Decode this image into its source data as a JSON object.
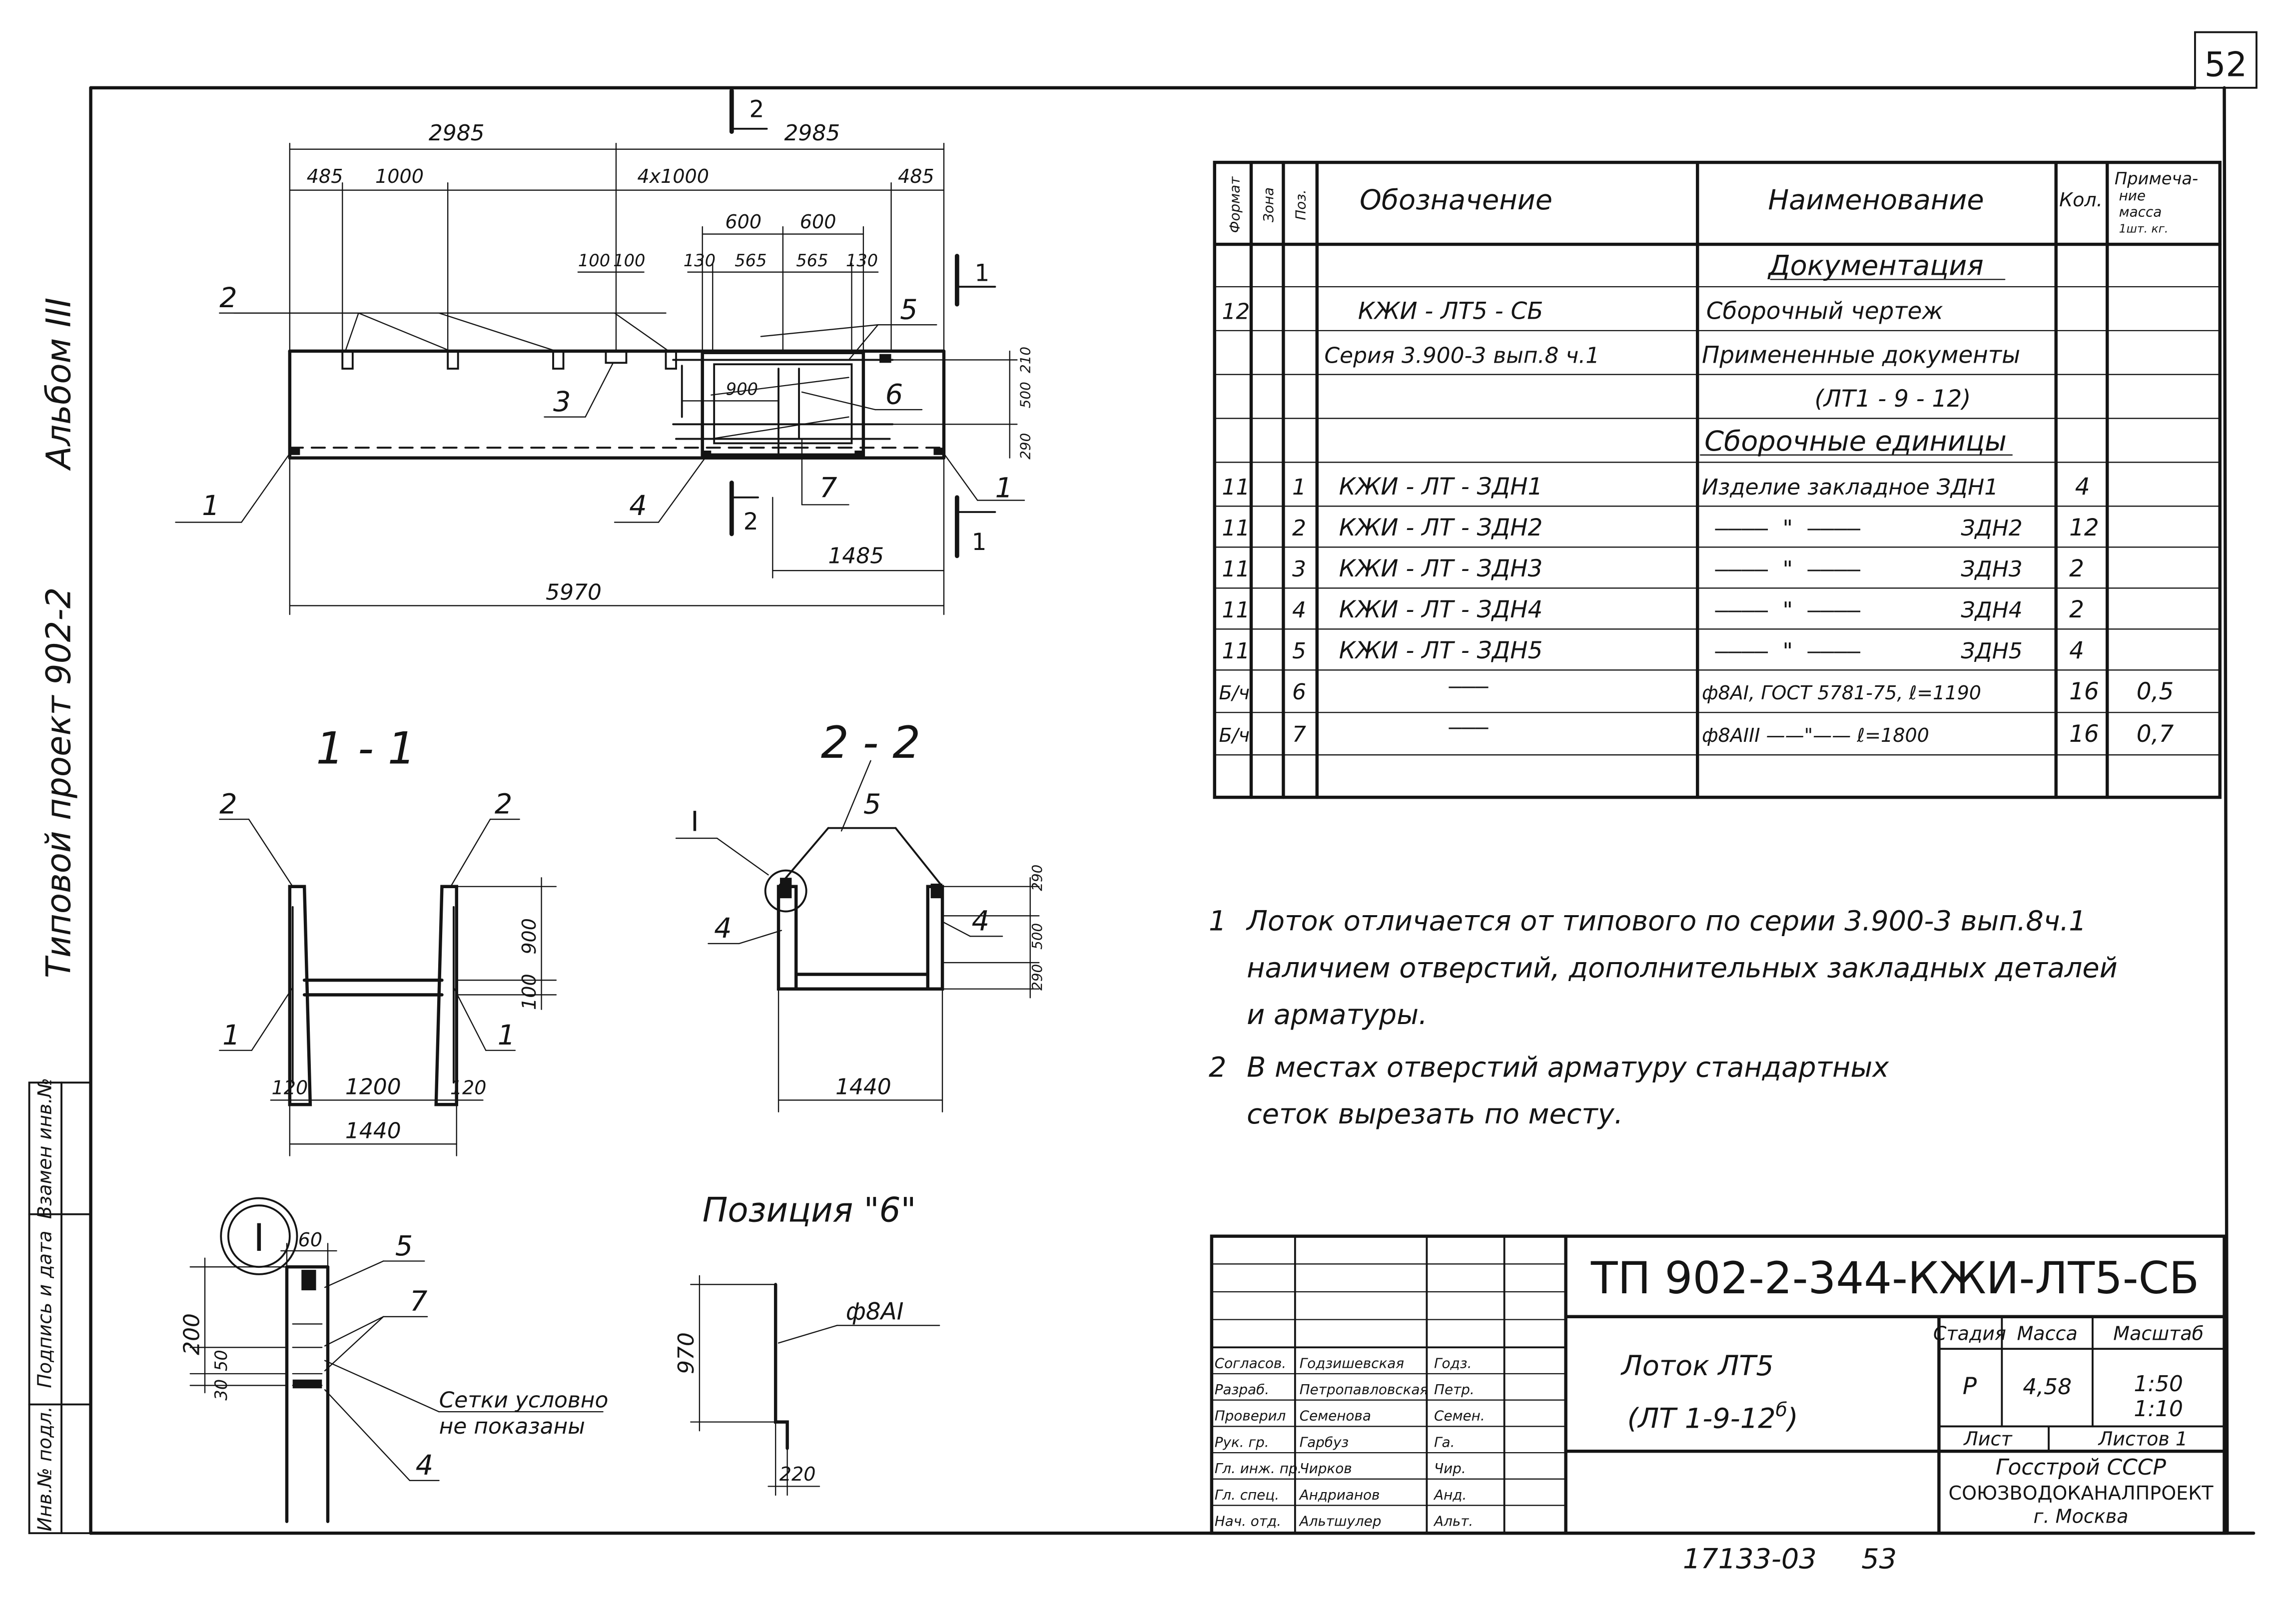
{
  "sheet": {
    "page_number": "52",
    "album": "Альбом III",
    "project": "Типовой проект 902-2",
    "bottom_code": "17133-03",
    "bottom_page": "53"
  },
  "side_stamp": {
    "inv_orig": "Инв.№ подл.",
    "sign_date": "Подпись и дата",
    "inv_repl": "Взамен инв.№"
  },
  "plan_view": {
    "dim_half_left": "2985",
    "dim_half_right": "2985",
    "dim_485_left": "485",
    "dim_1000": "1000",
    "dim_4x1000": "4x1000",
    "dim_485_right": "485",
    "dim_600a": "600",
    "dim_600b": "600",
    "dim_100a": "100",
    "dim_100b": "100",
    "dim_130a": "130",
    "dim_565a": "565",
    "dim_565b": "565",
    "dim_130b": "130",
    "dim_900": "900",
    "dim_210": "210",
    "dim_500": "500",
    "dim_290": "290",
    "dim_1485": "1485",
    "dim_5970": "5970",
    "mark_1": "1",
    "mark_2": "2",
    "mark_3": "3",
    "mark_4": "4",
    "mark_5": "5",
    "mark_6": "6",
    "mark_7": "7",
    "cut_1": "1",
    "cut_2": "2"
  },
  "section_11": {
    "title": "1 - 1",
    "mark_2": "2",
    "mark_1": "1",
    "dim_900": "900",
    "dim_100": "100",
    "dim_120a": "120",
    "dim_1200": "1200",
    "dim_120b": "120",
    "dim_1440": "1440"
  },
  "section_22": {
    "title": "2 - 2",
    "mark_5": "5",
    "mark_I": "I",
    "mark_4": "4",
    "dim_290a": "290",
    "dim_500": "500",
    "dim_290b": "290",
    "dim_1440": "1440"
  },
  "detail_I": {
    "label": "I",
    "dim_60": "60",
    "dim_200": "200",
    "dim_50": "50",
    "dim_30": "30",
    "mark_5": "5",
    "mark_7": "7",
    "mark_4": "4",
    "note_line1": "Сетки условно",
    "note_line2": "не показаны"
  },
  "position_6": {
    "title": "Позиция \"6\"",
    "rebar": "ф8АI",
    "dim_970": "970",
    "dim_220": "220"
  },
  "spec_table": {
    "headers": {
      "format": "Формат",
      "zone": "Зона",
      "pos": "Поз.",
      "designation": "Обозначение",
      "name": "Наименование",
      "qty": "Кол.",
      "note_line1": "Примеча-",
      "note_line2": "ние",
      "note_line3": "масса",
      "note_line4": "1шт. кг."
    },
    "sections": {
      "documentation": "Документация",
      "units": "Сборочные единицы"
    },
    "doc_rows": [
      {
        "format": "12",
        "designation": "КЖИ - ЛТ5 - СБ",
        "name": "Сборочный чертеж"
      },
      {
        "format": "",
        "designation": "Серия 3.900-3 вып.8 ч.1",
        "name": "Примененные документы"
      },
      {
        "format": "",
        "designation": "",
        "name": "(ЛТ1 - 9 - 12)"
      }
    ],
    "unit_rows": [
      {
        "format": "11",
        "pos": "1",
        "designation": "КЖИ - ЛТ - ЗДН1",
        "name": "Изделие закладное ЗДН1",
        "qty": "4",
        "mass": ""
      },
      {
        "format": "11",
        "pos": "2",
        "designation": "КЖИ - ЛТ - ЗДН2",
        "name_dash": "———— \" ————",
        "name_suffix": "ЗДН2",
        "qty": "12",
        "mass": ""
      },
      {
        "format": "11",
        "pos": "3",
        "designation": "КЖИ - ЛТ - ЗДН3",
        "name_dash": "———— \" ————",
        "name_suffix": "ЗДН3",
        "qty": "2",
        "mass": ""
      },
      {
        "format": "11",
        "pos": "4",
        "designation": "КЖИ - ЛТ - ЗДН4",
        "name_dash": "———— \" ————",
        "name_suffix": "ЗДН4",
        "qty": "2",
        "mass": ""
      },
      {
        "format": "11",
        "pos": "5",
        "designation": "КЖИ - ЛТ - ЗДН5",
        "name_dash": "———— \" ————",
        "name_suffix": "ЗДН5",
        "qty": "4",
        "mass": ""
      },
      {
        "format": "Б/ч",
        "pos": "6",
        "designation": "———",
        "name": "ф8АI, ГОСТ 5781-75, ℓ=1190",
        "qty": "16",
        "mass": "0,5"
      },
      {
        "format": "Б/ч",
        "pos": "7",
        "designation": "———",
        "name": "ф8АIII ——\"—— ℓ=1800",
        "qty": "16",
        "mass": "0,7"
      }
    ]
  },
  "notes": [
    {
      "num": "1",
      "line1": "Лоток отличается от типового по серии 3.900-3 вып.8ч.1",
      "line2": "наличием отверстий, дополнительных закладных деталей",
      "line3": "и арматуры."
    },
    {
      "num": "2",
      "line1": "В местах отверстий арматуру стандартных",
      "line2": "сеток вырезать по месту."
    }
  ],
  "title_block": {
    "doc_code": "ТП 902-2-344-КЖИ-ЛТ5-СБ",
    "name_line1": "Лоток ЛТ5",
    "name_line2": "(ЛТ 1-9-12",
    "name_sup": "б",
    "name_close": ")",
    "stage_label": "Стадия",
    "mass_label": "Масса",
    "scale_label": "Масштаб",
    "stage": "Р",
    "mass": "4,58",
    "scale1": "1:50",
    "scale2": "1:10",
    "sheet_label": "Лист",
    "sheets_label": "Листов 1",
    "org1": "Госстрой СССР",
    "org2": "СОЮЗВОДОКАНАЛПРОЕКТ",
    "org3": "г. Москва",
    "people": [
      {
        "role": "Согласов.",
        "name": "Годзишевская",
        "sign": "Годз."
      },
      {
        "role": "Разраб.",
        "name": "Петропавловская",
        "sign": "Петр."
      },
      {
        "role": "Проверил",
        "name": "Семенова",
        "sign": "Семен."
      },
      {
        "role": "Рук. гр.",
        "name": "Гарбуз",
        "sign": "Га."
      },
      {
        "role": "Гл. инж. пр.",
        "name": "Чирков",
        "sign": "Чир."
      },
      {
        "role": "Гл. спец.",
        "name": "Андрианов",
        "sign": "Анд."
      },
      {
        "role": "Нач. отд.",
        "name": "Альтшулер",
        "sign": "Альт."
      }
    ]
  }
}
